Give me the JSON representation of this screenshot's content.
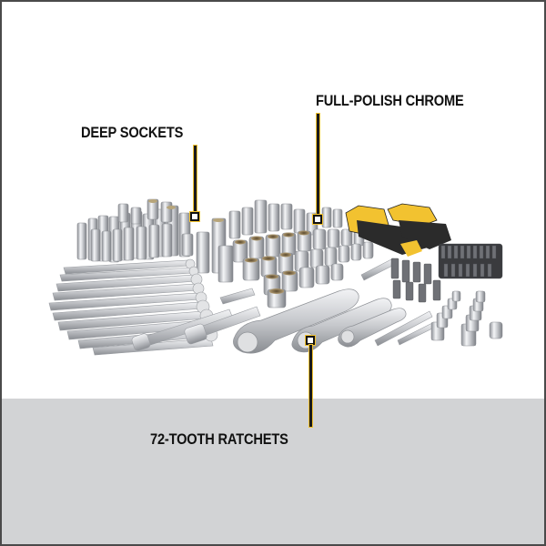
{
  "image": {
    "background_top": "#ffffff",
    "background_floor": "#d2d3d5",
    "accent": "#f2c230",
    "callouts": [
      {
        "id": "deep-sockets",
        "text": "DEEP SOCKETS"
      },
      {
        "id": "full-polish-chrome",
        "text": "FULL-POLISH CHROME"
      },
      {
        "id": "ratchets",
        "text": "72-TOOTH RATCHETS"
      }
    ],
    "product_items": [
      "deep-sockets-icon",
      "standard-sockets-icon",
      "combination-wrenches-icon",
      "hex-key-sets-icon",
      "bit-set-icon",
      "ratchets-icon",
      "extension-bars-icon",
      "adapter-icon"
    ]
  }
}
